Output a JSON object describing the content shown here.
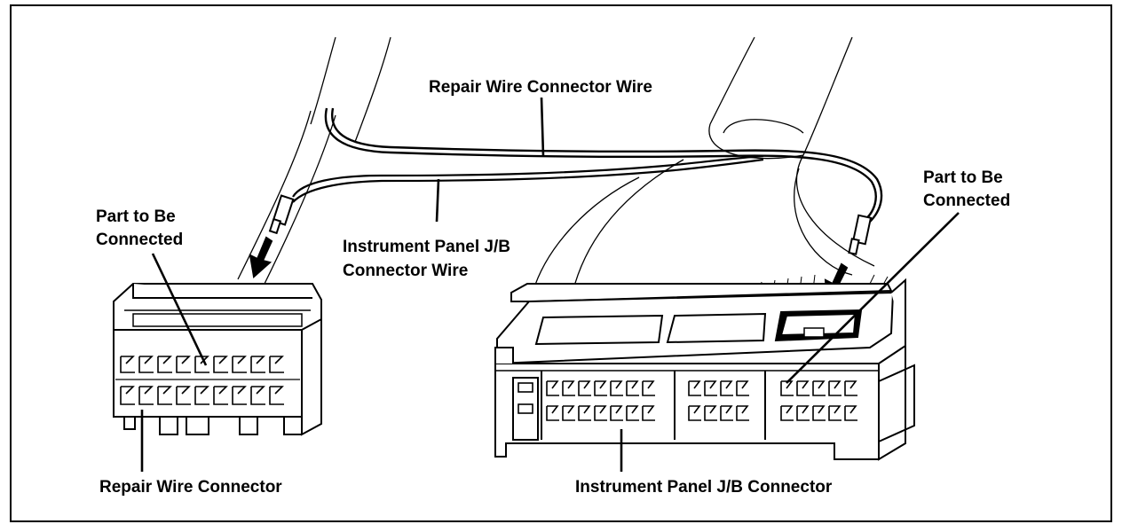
{
  "labels": {
    "repair_wire_connector_wire": "Repair Wire Connector Wire",
    "part_left_line1": "Part to Be",
    "part_left_line2": "Connected",
    "part_right_line1": "Part to Be",
    "part_right_line2": "Connected",
    "ip_jb_connector_wire_line1": "Instrument Panel J/B",
    "ip_jb_connector_wire_line2": "Connector Wire",
    "repair_wire_connector": "Repair Wire Connector",
    "ip_jb_connector": "Instrument Panel J/B Connector"
  },
  "colors": {
    "ink": "#000000",
    "paper": "#ffffff"
  }
}
